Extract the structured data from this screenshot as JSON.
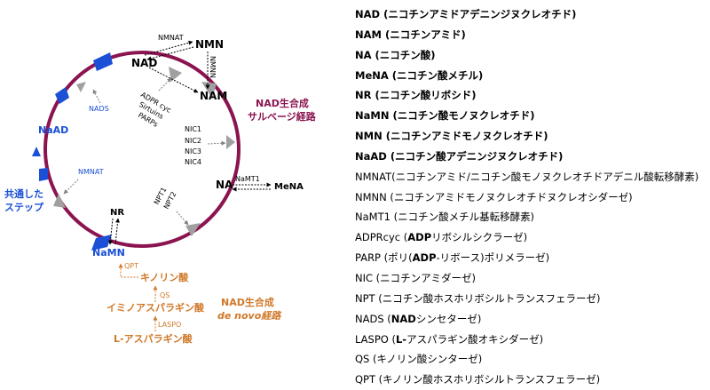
{
  "diagram": {
    "salvage_title": "NAD生合成",
    "salvage_subtitle": "サルベージ経路",
    "denovo_title": "NAD生合成",
    "denovo_subtitle": "de novo経路",
    "shared_steps_line1": "共通した",
    "shared_steps_line2": "ステップ",
    "metabolites": {
      "nad": "NAD",
      "nmn": "NMN",
      "nam": "NAM",
      "na": "NA",
      "mena": "MeNA",
      "nr": "NR",
      "namn": "NaMN",
      "naad": "NaAD",
      "quinolinic": "キノリン酸",
      "iminoasp": "イミノアスパラギン酸",
      "lasp": "L-アスパラギン酸"
    },
    "enzymes": {
      "nmnat_top": "NMNAT",
      "nmnn": "NMNN",
      "nads": "NADS",
      "nmnat_left": "NMNAT",
      "namt1": "NaMT1",
      "nic1": "NIC1",
      "nic2": "NIC2",
      "nic3": "NIC3",
      "nic4": "NIC4",
      "npt1": "NPT1",
      "npt2": "NPT2",
      "adpr": "ADPR cyc",
      "sirtuins": "Sirtuins",
      "parps": "PARPs",
      "qpt": "QPT",
      "qs": "QS",
      "laspo": "LASPO"
    }
  },
  "legend": [
    {
      "abbr": "NAD",
      "pre": " (ニコチンアミドアデニンジヌクレオチド)",
      "boldmid": "",
      "post": "",
      "bold": true
    },
    {
      "abbr": "NAM",
      "pre": " (ニコチンアミド)",
      "boldmid": "",
      "post": "",
      "bold": true
    },
    {
      "abbr": "NA",
      "pre": " (ニコチン酸)",
      "boldmid": "",
      "post": "",
      "bold": true
    },
    {
      "abbr": "MeNA",
      "pre": " (ニコチン酸メチル)",
      "boldmid": "",
      "post": "",
      "bold": true
    },
    {
      "abbr": "NR",
      "pre": " (ニコチン酸リボシド)",
      "boldmid": "",
      "post": "",
      "bold": true
    },
    {
      "abbr": "NaMN",
      "pre": " (ニコチン酸モノヌクレオチド)",
      "boldmid": "",
      "post": "",
      "bold": true
    },
    {
      "abbr": "NMN",
      "pre": " (ニコチンアミドモノヌクレオチド)",
      "boldmid": "",
      "post": "",
      "bold": true
    },
    {
      "abbr": "NaAD",
      "pre": " (ニコチン酸アデニンジヌクレオチド)",
      "boldmid": "",
      "post": "",
      "bold": true
    },
    {
      "abbr": "NMNAT",
      "pre": "(ニコチンアミド/ニコチン酸モノヌクレオチドアデニル酸転移酵素)",
      "boldmid": "",
      "post": "",
      "bold": false
    },
    {
      "abbr": "NMNN",
      "pre": " (ニコチンアミドモノヌクレオチドヌクレオシダーゼ)",
      "boldmid": "",
      "post": "",
      "bold": false
    },
    {
      "abbr": "NaMT1",
      "pre": " (ニコチン酸メチル基転移酵素)",
      "boldmid": "",
      "post": "",
      "bold": false
    },
    {
      "abbr": "ADPRcyc",
      "pre": " (",
      "boldmid": "ADP",
      "post": "リボシルシクラーゼ)",
      "bold": false
    },
    {
      "abbr": "PARP",
      "pre": " (ポリ(",
      "boldmid": "ADP",
      "post": "-リボース)ポリメラーゼ)",
      "bold": false
    },
    {
      "abbr": "NIC",
      "pre": " (ニコチンアミダーゼ)",
      "boldmid": "",
      "post": "",
      "bold": false
    },
    {
      "abbr": "NPT",
      "pre": " (ニコチン酸ホスホリボシルトランスフェラーゼ)",
      "boldmid": "",
      "post": "",
      "bold": false
    },
    {
      "abbr": "NADS",
      "pre": " (",
      "boldmid": "NAD",
      "post": "シンセターゼ)",
      "bold": false
    },
    {
      "abbr": "LASPO",
      "pre": " (",
      "boldmid": "L-",
      "post": "アスパラギン酸オキシダーゼ)",
      "bold": false
    },
    {
      "abbr": "QS",
      "pre": " (キノリン酸シンターゼ)",
      "boldmid": "",
      "post": "",
      "bold": false
    },
    {
      "abbr": "QPT",
      "pre": " (キノリン酸ホスホリボシルトランスフェラーゼ)",
      "boldmid": "",
      "post": "",
      "bold": false
    }
  ],
  "colors": {
    "cycle": "#8b1450",
    "shared_blue": "#1a4fd6",
    "denovo_orange": "#d07828",
    "gray_arrow": "#a0a0a0"
  }
}
